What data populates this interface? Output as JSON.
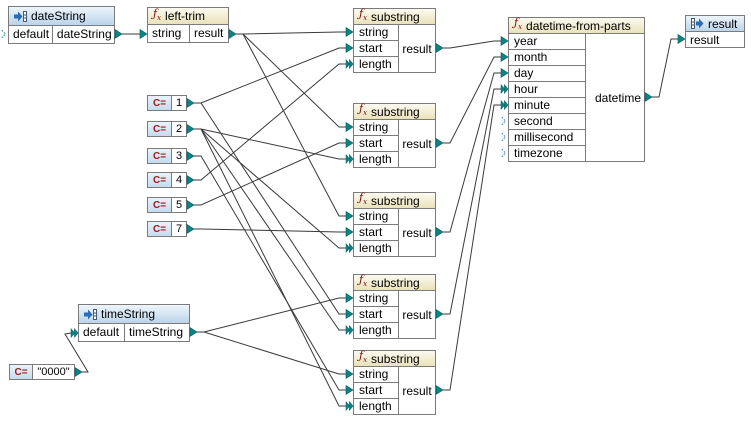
{
  "colors": {
    "connector_teal": "#0b8488",
    "line": "#3a3a3a",
    "component_header": "#bcd4ea",
    "function_header": "#e9e2ba",
    "constant_label_red": "#9b1b1b"
  },
  "blocks": {
    "date_string": {
      "title": "dateString",
      "default_label": "default",
      "value_label": "dateString"
    },
    "left_trim": {
      "title": "left-trim",
      "input": "string",
      "output": "result"
    },
    "substrings": [
      {
        "role": "year",
        "title": "substring",
        "inputs": [
          "string",
          "start",
          "length"
        ],
        "output": "result"
      },
      {
        "role": "month",
        "title": "substring",
        "inputs": [
          "string",
          "start",
          "length"
        ],
        "output": "result"
      },
      {
        "role": "day",
        "title": "substring",
        "inputs": [
          "string",
          "start",
          "length"
        ],
        "output": "result"
      },
      {
        "role": "hour",
        "title": "substring",
        "inputs": [
          "string",
          "start",
          "length"
        ],
        "output": "result"
      },
      {
        "role": "minute",
        "title": "substring",
        "inputs": [
          "string",
          "start",
          "length"
        ],
        "output": "result"
      }
    ],
    "datetime_from_parts": {
      "title": "datetime-from-parts",
      "inputs": [
        "year",
        "month",
        "day",
        "hour",
        "minute",
        "second",
        "millisecond",
        "timezone"
      ],
      "output": "datetime"
    },
    "result_output": {
      "title": "result",
      "row": "result"
    },
    "time_string": {
      "title": "timeString",
      "default_label": "default",
      "value_label": "timeString"
    }
  },
  "constants": [
    {
      "label": "C=",
      "value": "1"
    },
    {
      "label": "C=",
      "value": "2"
    },
    {
      "label": "C=",
      "value": "3"
    },
    {
      "label": "C=",
      "value": "4"
    },
    {
      "label": "C=",
      "value": "5"
    },
    {
      "label": "C=",
      "value": "7"
    },
    {
      "label": "C=",
      "value": "\"0000\""
    }
  ],
  "connections": [
    {
      "from": "dateString.dateString",
      "to": "left-trim.string"
    },
    {
      "from": "left-trim.result",
      "to": "substring-year.string"
    },
    {
      "from": "left-trim.result",
      "to": "substring-month.string"
    },
    {
      "from": "left-trim.result",
      "to": "substring-day.string"
    },
    {
      "from": "constant-1",
      "to": "substring-year.start"
    },
    {
      "from": "constant-1",
      "to": "substring-hour.start"
    },
    {
      "from": "constant-2",
      "to": "substring-month.length"
    },
    {
      "from": "constant-2",
      "to": "substring-day.length"
    },
    {
      "from": "constant-2",
      "to": "substring-hour.length"
    },
    {
      "from": "constant-2",
      "to": "substring-minute.length"
    },
    {
      "from": "constant-3",
      "to": "substring-minute.start"
    },
    {
      "from": "constant-4",
      "to": "substring-year.length"
    },
    {
      "from": "constant-5",
      "to": "substring-month.start"
    },
    {
      "from": "constant-7",
      "to": "substring-day.start"
    },
    {
      "from": "constant-0000",
      "to": "timeString.default"
    },
    {
      "from": "timeString.timeString",
      "to": "substring-hour.string"
    },
    {
      "from": "timeString.timeString",
      "to": "substring-minute.string"
    },
    {
      "from": "substring-year.result",
      "to": "datetime-from-parts.year"
    },
    {
      "from": "substring-month.result",
      "to": "datetime-from-parts.month"
    },
    {
      "from": "substring-day.result",
      "to": "datetime-from-parts.day"
    },
    {
      "from": "substring-hour.result",
      "to": "datetime-from-parts.hour"
    },
    {
      "from": "substring-minute.result",
      "to": "datetime-from-parts.minute"
    },
    {
      "from": "datetime-from-parts.datetime",
      "to": "result.result"
    }
  ]
}
